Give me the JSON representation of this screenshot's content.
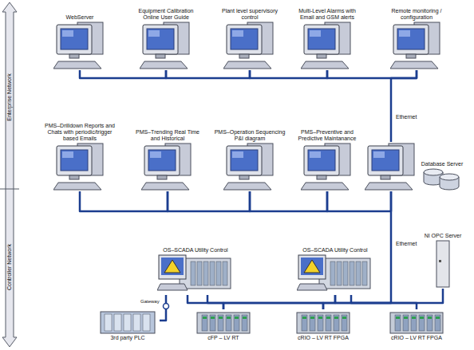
{
  "diagram": {
    "nodes": [
      {
        "text": [
          "WebServer"
        ]
      },
      {
        "text": [
          "Equipment Calibration Online User Guide"
        ]
      },
      {
        "text": [
          "Plant level supervisory control"
        ]
      },
      {
        "text": [
          "Multi-Level Alarms with Email and GSM alerts"
        ]
      },
      {
        "text": [
          "Remote monitoring / configuration"
        ]
      },
      {
        "text": [
          "PMS–Drilldown Reports and Chats with periodic/trigger based Emails"
        ]
      },
      {
        "text": [
          "PMS–Trending Real Time and Historical"
        ]
      },
      {
        "text": [
          "PMS–Operation Sequencing P&I diagram"
        ]
      },
      {
        "text": [
          "PMS–Preventive and Predictive Maintanance"
        ]
      },
      {
        "text": [
          "Database Server"
        ]
      },
      {
        "text": [
          "OS–SCADA Utility Control"
        ]
      },
      {
        "text": [
          "OS–SCADA Utility Control"
        ]
      },
      {
        "text": [
          "NI OPC Server"
        ]
      },
      {
        "text": [
          "3rd party PLC"
        ]
      },
      {
        "text": [
          "cFP – LV RT"
        ]
      },
      {
        "text": [
          "cRIO – LV RT FPGA"
        ]
      },
      {
        "text": [
          "cRIO – LV RT FPGA"
        ]
      }
    ],
    "edges": [
      {
        "from": 0,
        "to": 1,
        "arrow": "none"
      },
      {
        "from": 1,
        "to": 2,
        "arrow": "none"
      },
      {
        "from": 2,
        "to": 3,
        "arrow": "none"
      },
      {
        "from": 3,
        "to": 4,
        "arrow": "none"
      },
      {
        "from": 4,
        "to": 9,
        "arrow": "none"
      },
      {
        "from": 5,
        "to": 6,
        "arrow": "none"
      },
      {
        "from": 6,
        "to": 7,
        "arrow": "none"
      },
      {
        "from": 7,
        "to": 8,
        "arrow": "none"
      },
      {
        "from": 8,
        "to": 9,
        "arrow": "none"
      },
      {
        "from": 9,
        "to": 11,
        "arrow": "none"
      },
      {
        "from": 10,
        "to": 11,
        "arrow": "none"
      },
      {
        "from": 11,
        "to": 12,
        "arrow": "none"
      },
      {
        "from": 10,
        "to": 13,
        "arrow": "none"
      },
      {
        "from": 10,
        "to": 14,
        "arrow": "none"
      },
      {
        "from": 14,
        "to": 15,
        "arrow": "none"
      },
      {
        "from": 15,
        "to": 16,
        "arrow": "none"
      }
    ],
    "labels": [
      "Enterprise Network",
      "Controller Network",
      "Ethernet",
      "Ethernet",
      "Gateway"
    ]
  }
}
